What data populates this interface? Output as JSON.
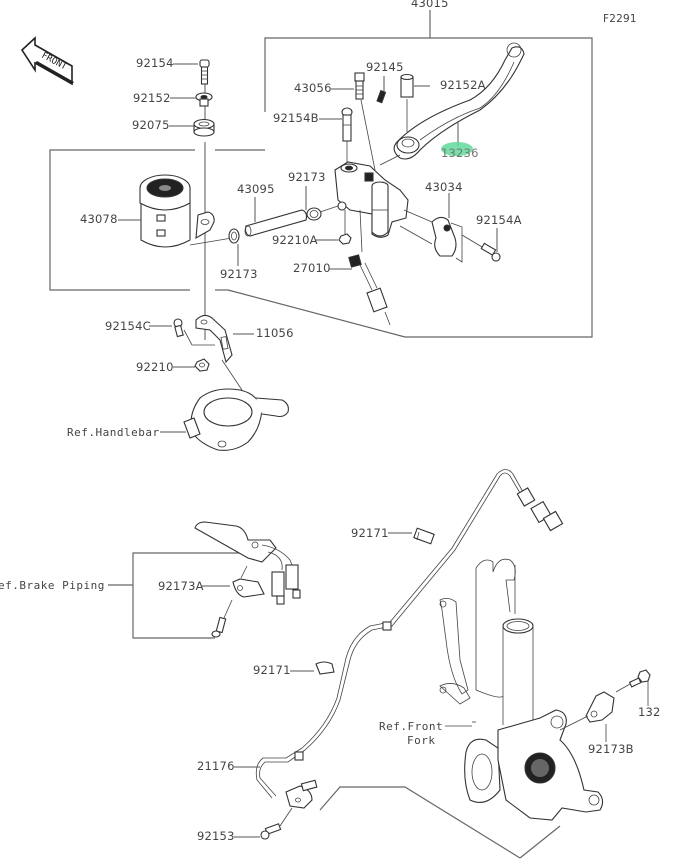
{
  "diagram": {
    "figure_code": "F2291",
    "direction_badge": "FRONT",
    "highlight_color": "#5fd99a",
    "highlighted_part": "13236"
  },
  "labels": {
    "p43015": "43015",
    "p92154": "92154",
    "p92152": "92152",
    "p92075": "92075",
    "p43056": "43056",
    "p92145": "92145",
    "p92152A": "92152A",
    "p92154B": "92154B",
    "p13236": "13236",
    "p43078": "43078",
    "p43095": "43095",
    "p92173_top": "92173",
    "p43034": "43034",
    "p92154A": "92154A",
    "p92210A": "92210A",
    "p92173_low": "92173",
    "p27010": "27010",
    "p92154C": "92154C",
    "p11056": "11056",
    "p92210": "92210",
    "p92171_top": "92171",
    "p92173A": "92173A",
    "p92171_low": "92171",
    "p132": "132",
    "p92173B": "92173B",
    "p21176": "21176",
    "p92153": "92153"
  },
  "references": {
    "handlebar": "Ref.Handlebar",
    "brake_piping": "ef.Brake Piping",
    "front_fork_line1": "Ref.Front",
    "front_fork_line2": "Fork"
  }
}
